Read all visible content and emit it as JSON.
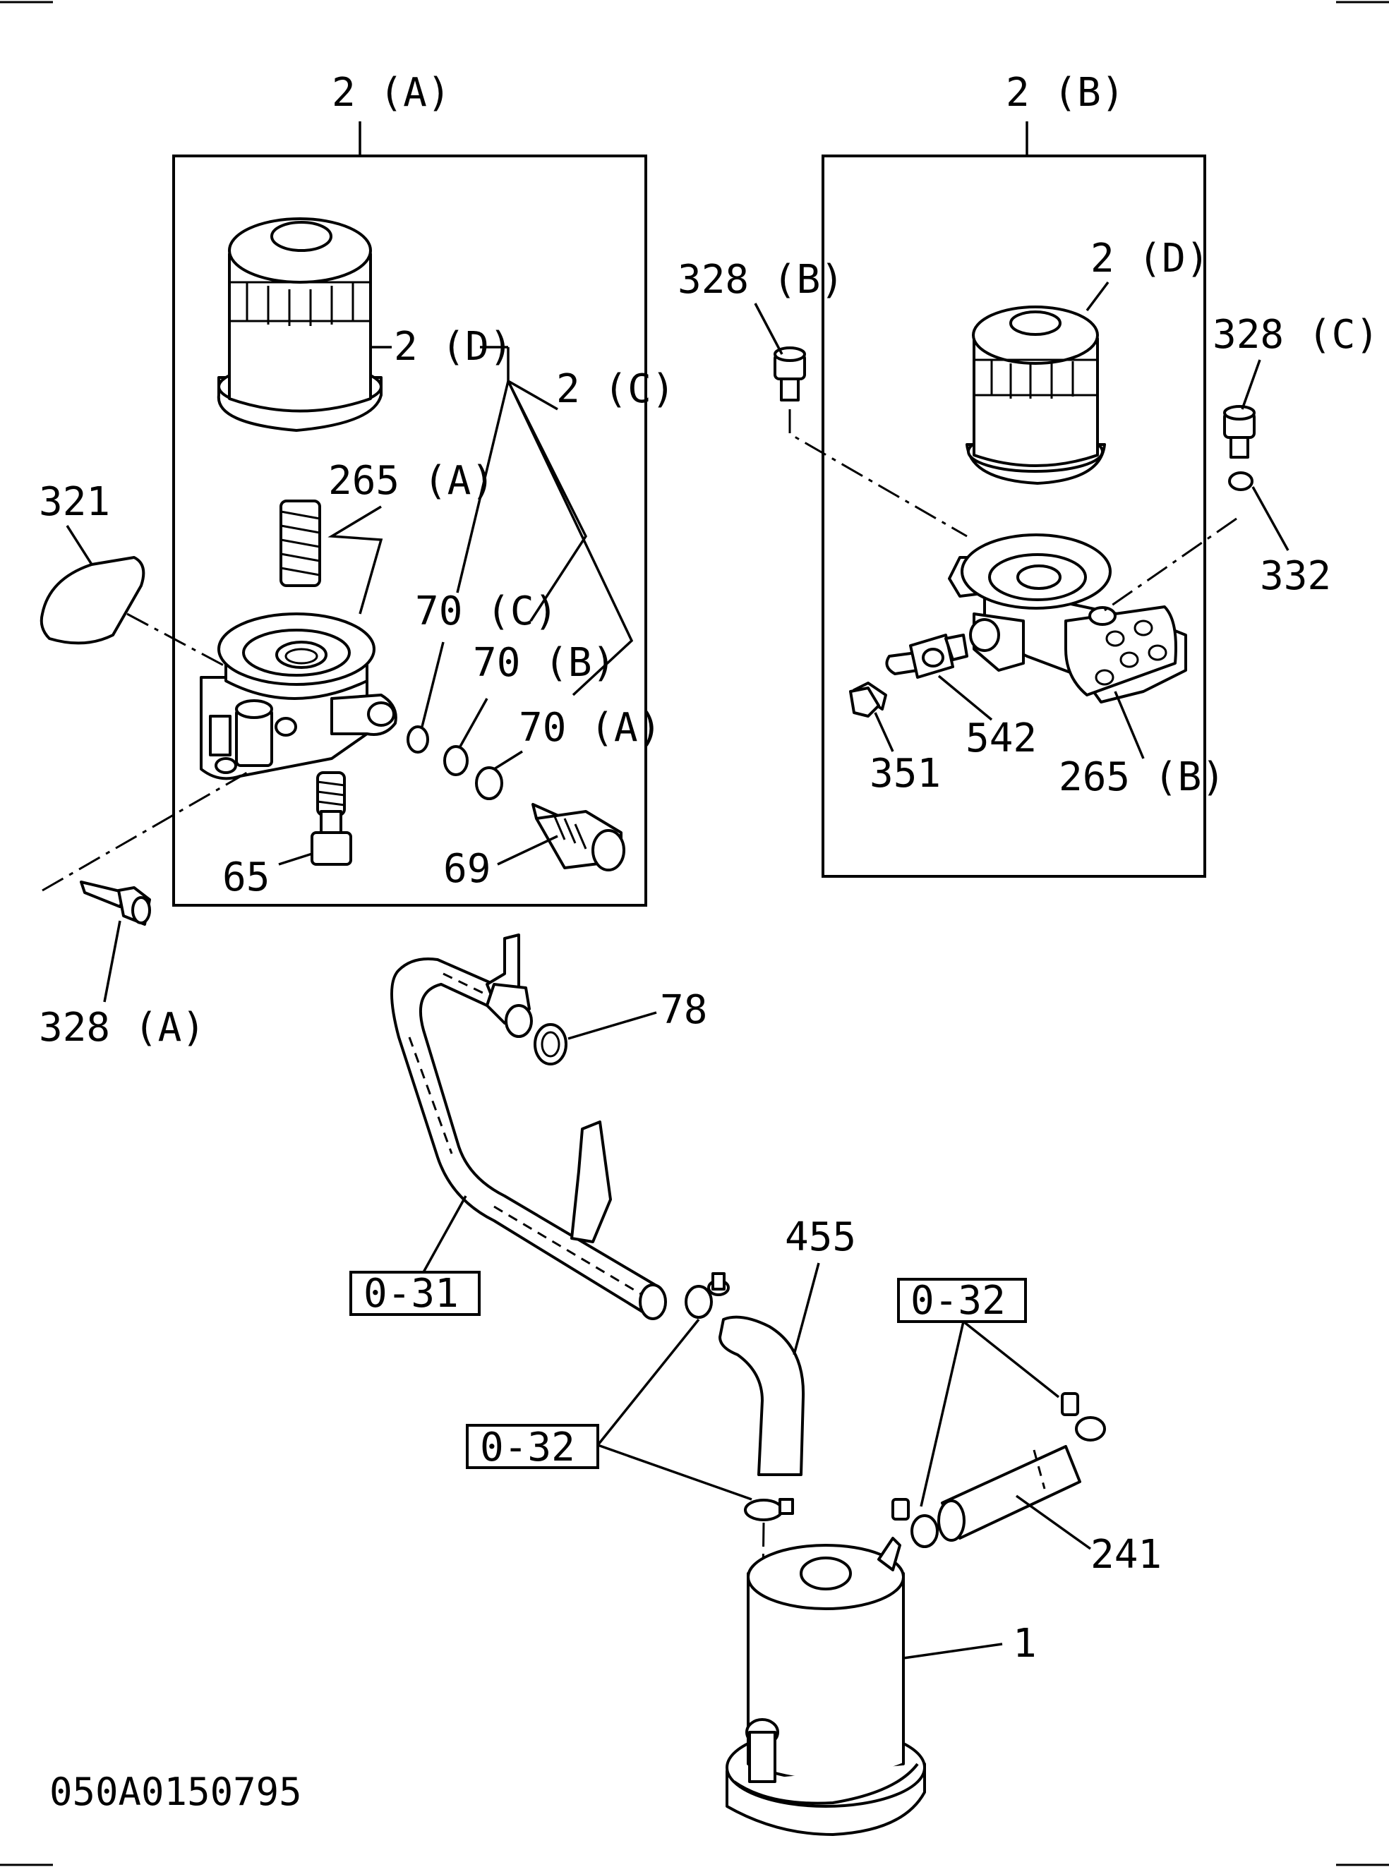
{
  "labels": {
    "assy_2a": "2 (A)",
    "assy_2b": "2 (B)",
    "p2d_left": "2 (D)",
    "p2c": "2 (C)",
    "p321": "321",
    "p265a": "265 (A)",
    "p70c": "70 (C)",
    "p70b": "70 (B)",
    "p70a": "70 (A)",
    "p65": "65",
    "p69": "69",
    "p328a": "328 (A)",
    "p328b": "328 (B)",
    "p2d_right": "2 (D)",
    "p328c": "328 (C)",
    "p332": "332",
    "p542": "542",
    "p351": "351",
    "p265b": "265 (B)",
    "p78": "78",
    "ref_031": "0-31",
    "p455": "455",
    "ref_032_right": "0-32",
    "ref_032_left": "0-32",
    "p241": "241",
    "p1": "1"
  },
  "drawing_code": "050A0150795"
}
